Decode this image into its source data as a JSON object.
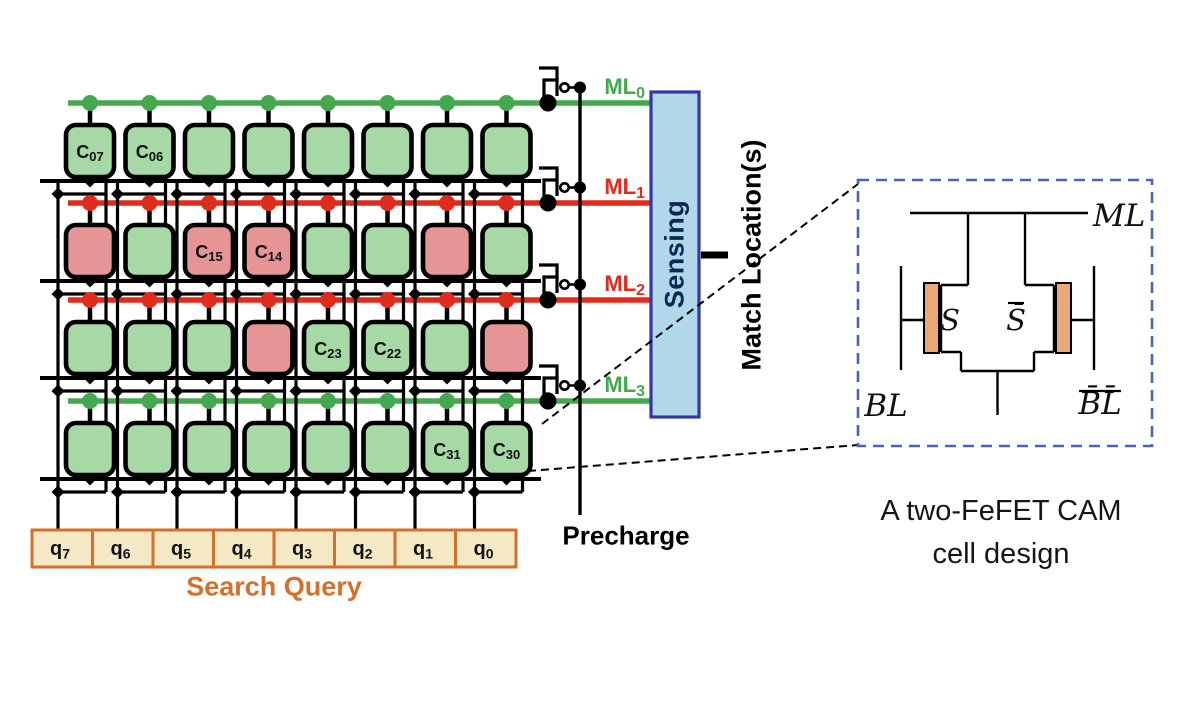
{
  "figure": {
    "array": {
      "ml_rows": [
        {
          "label": "ML0",
          "color": "green",
          "cells": [
            {
              "c": "green",
              "label": "C07"
            },
            {
              "c": "green",
              "label": "C06"
            },
            {
              "c": "green"
            },
            {
              "c": "green"
            },
            {
              "c": "green"
            },
            {
              "c": "green"
            },
            {
              "c": "green"
            },
            {
              "c": "green"
            }
          ]
        },
        {
          "label": "ML1",
          "color": "red",
          "cells": [
            {
              "c": "red"
            },
            {
              "c": "green"
            },
            {
              "c": "red",
              "label": "C15"
            },
            {
              "c": "red",
              "label": "C14"
            },
            {
              "c": "green"
            },
            {
              "c": "green"
            },
            {
              "c": "red"
            },
            {
              "c": "green"
            }
          ]
        },
        {
          "label": "ML2",
          "color": "red",
          "cells": [
            {
              "c": "green"
            },
            {
              "c": "green"
            },
            {
              "c": "green"
            },
            {
              "c": "red"
            },
            {
              "c": "green",
              "label": "C23"
            },
            {
              "c": "green",
              "label": "C22"
            },
            {
              "c": "green"
            },
            {
              "c": "red"
            }
          ]
        },
        {
          "label": "ML3",
          "color": "green",
          "cells": [
            {
              "c": "green"
            },
            {
              "c": "green"
            },
            {
              "c": "green"
            },
            {
              "c": "green"
            },
            {
              "c": "green"
            },
            {
              "c": "green"
            },
            {
              "c": "green",
              "label": "C31"
            },
            {
              "c": "green",
              "label": "C30"
            }
          ]
        }
      ],
      "query_labels": [
        "q7",
        "q6",
        "q5",
        "q4",
        "q3",
        "q2",
        "q1",
        "q0"
      ],
      "search_query_label": "Search Query",
      "precharge_label": "Precharge"
    },
    "sensing": {
      "label": "Sensing"
    },
    "match_label": "Match Location(s)",
    "cell_detail": {
      "ml_label": "ML",
      "s_label": "S",
      "s_bar_label": "S̄",
      "bl_label": "BL",
      "bl_bar_label": "B̄L̄",
      "caption_line1": "A two-FeFET CAM",
      "caption_line2": "cell design"
    },
    "colors": {
      "ml_green": "#44a94e",
      "ml_red": "#e02b1d",
      "cell_green": "#a6d9a6",
      "cell_red": "#e59595",
      "query_fill": "#f4e9c4",
      "query_border": "#d2702c",
      "sensing_fill": "#b0d7ea",
      "sensing_border": "#3338a0",
      "gate_orange": "#e9a876",
      "dash_blue": "#4a63b8",
      "wire_black": "#000000"
    }
  }
}
